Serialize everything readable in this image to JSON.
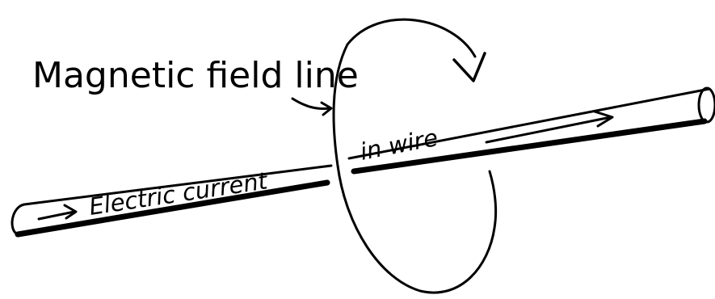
{
  "labels": {
    "field_line": "Magnetic field line",
    "current_part1": "Electric current",
    "current_part2": "in wire"
  },
  "colors": {
    "ink": "#000000",
    "paper": "#ffffff"
  }
}
